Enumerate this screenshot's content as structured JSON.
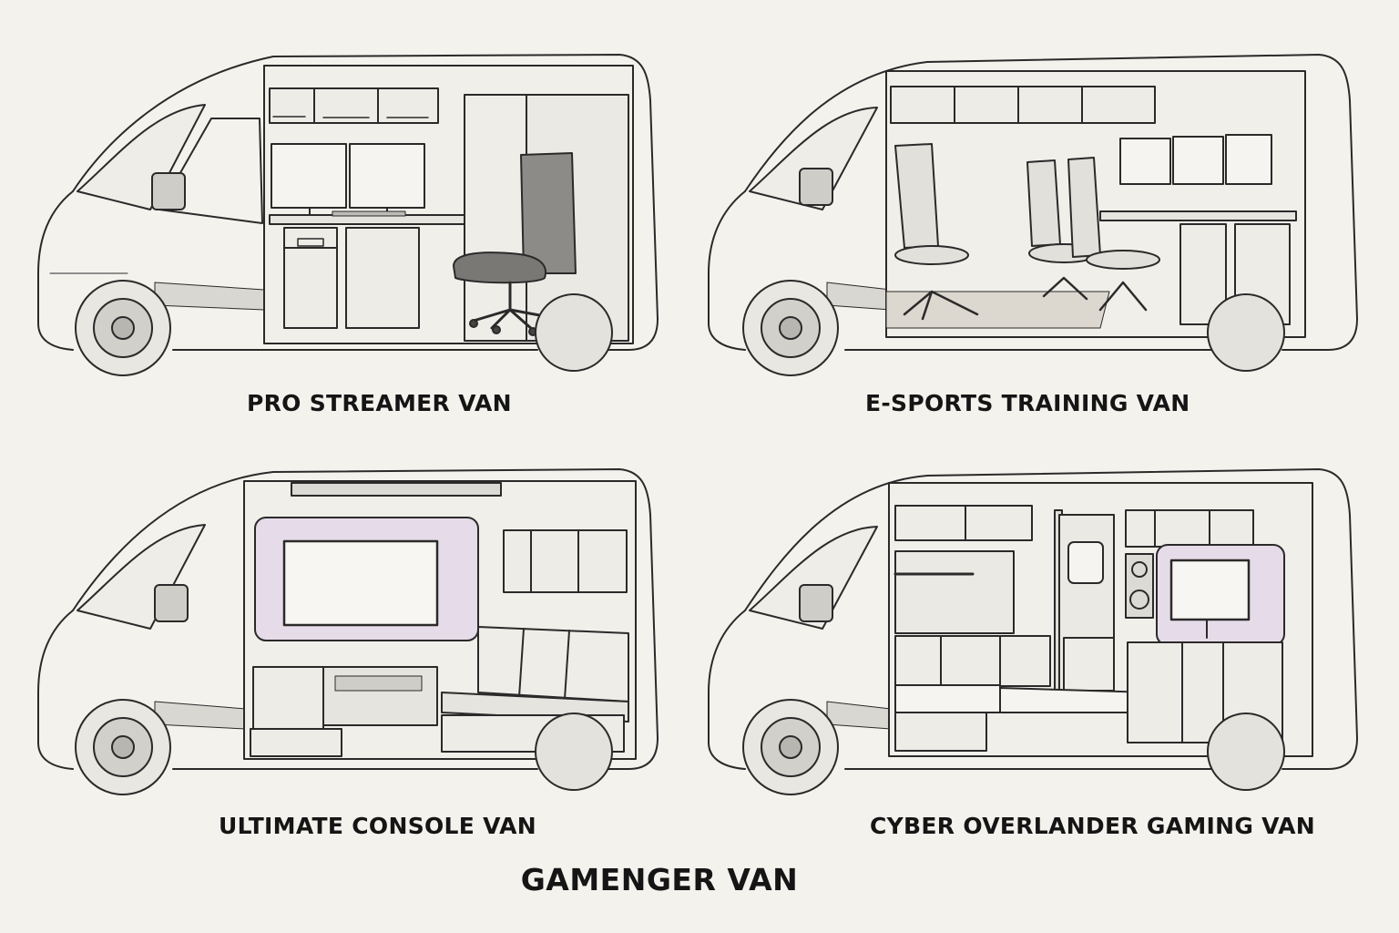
{
  "title": "GAMENGER VAN",
  "colors": {
    "background": "#f4f2ed",
    "line": "#2a2a2a",
    "shade": "#d6d4d0",
    "accent_purple": "#e2d3e6"
  },
  "panels": [
    {
      "id": "pro-streamer",
      "label": "PRO STREAMER VAN",
      "features": [
        "dual monitors",
        "desk",
        "gaming chair",
        "upper cabinets",
        "mini fridge"
      ]
    },
    {
      "id": "esports-training",
      "label": "E-SPORTS TRAINING VAN",
      "features": [
        "three gaming chairs",
        "triple monitor setup",
        "long desk",
        "upper cabinets",
        "storage shelves"
      ]
    },
    {
      "id": "ultimate-console",
      "label": "ULTIMATE CONSOLE VAN",
      "features": [
        "large wall-mounted TV",
        "L-shaped sofa",
        "media console",
        "upper cabinets"
      ]
    },
    {
      "id": "cyber-overlander",
      "label": "CYBER OVERLANDER GAMING VAN",
      "features": [
        "bed platform",
        "kitchen cabinets",
        "rear door",
        "mounted TV",
        "speakers",
        "storage drawers"
      ]
    }
  ]
}
